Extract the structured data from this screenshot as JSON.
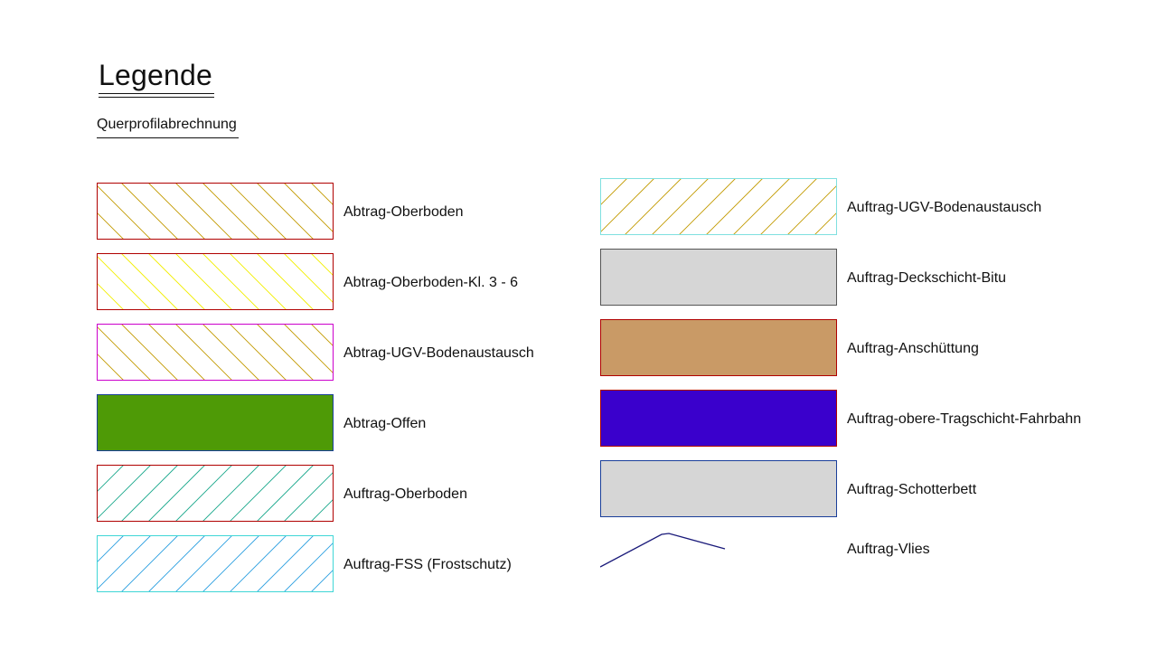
{
  "legend": {
    "title": "Legende",
    "subtitle": "Querprofilabrechnung"
  },
  "items": [
    {
      "label": "Abtrag-Oberboden",
      "kind": "hatch",
      "direction": "down",
      "hatch_color": "#c29a00",
      "border_color": "#b00000",
      "fill": "#ffffff"
    },
    {
      "label": "Abtrag-Oberboden-Kl. 3 - 6",
      "kind": "hatch",
      "direction": "down",
      "hatch_color": "#f2ee00",
      "border_color": "#b00000",
      "fill": "#ffffff"
    },
    {
      "label": "Abtrag-UGV-Bodenaustausch",
      "kind": "hatch",
      "direction": "down",
      "hatch_color": "#c29a00",
      "border_color": "#cc00cc",
      "fill": "#ffffff"
    },
    {
      "label": "Abtrag-Offen",
      "kind": "solid",
      "fill": "#4e9a06",
      "border_color": "#1a3f9a"
    },
    {
      "label": "Auftrag-Oberboden",
      "kind": "hatch",
      "direction": "up",
      "hatch_color": "#1aa88c",
      "border_color": "#b00000",
      "fill": "#ffffff"
    },
    {
      "label": "Auftrag-FSS (Frostschutz)",
      "kind": "hatch",
      "direction": "up",
      "hatch_color": "#2b9fe0",
      "border_color": "#3fd6d6",
      "fill": "#ffffff"
    },
    {
      "label": "Auftrag-UGV-Bodenaustausch",
      "kind": "hatch",
      "direction": "up",
      "hatch_color": "#c29a00",
      "border_color": "#7fe0e0",
      "fill": "#ffffff"
    },
    {
      "label": "Auftrag-Deckschicht-Bitu",
      "kind": "solid",
      "fill": "#d6d6d6",
      "border_color": "#555555"
    },
    {
      "label": "Auftrag-Anschüttung",
      "kind": "solid",
      "fill": "#c99a66",
      "border_color": "#b00000"
    },
    {
      "label": "Auftrag-obere-Tragschicht-Fahrbahn",
      "kind": "solid",
      "fill": "#3a00cc",
      "border_color": "#b00000"
    },
    {
      "label": "Auftrag-Schotterbett",
      "kind": "solid",
      "fill": "#d6d6d6",
      "border_color": "#1a3f9a"
    },
    {
      "label": "Auftrag-Vlies",
      "kind": "line",
      "line_color": "#1a1a7a"
    }
  ]
}
